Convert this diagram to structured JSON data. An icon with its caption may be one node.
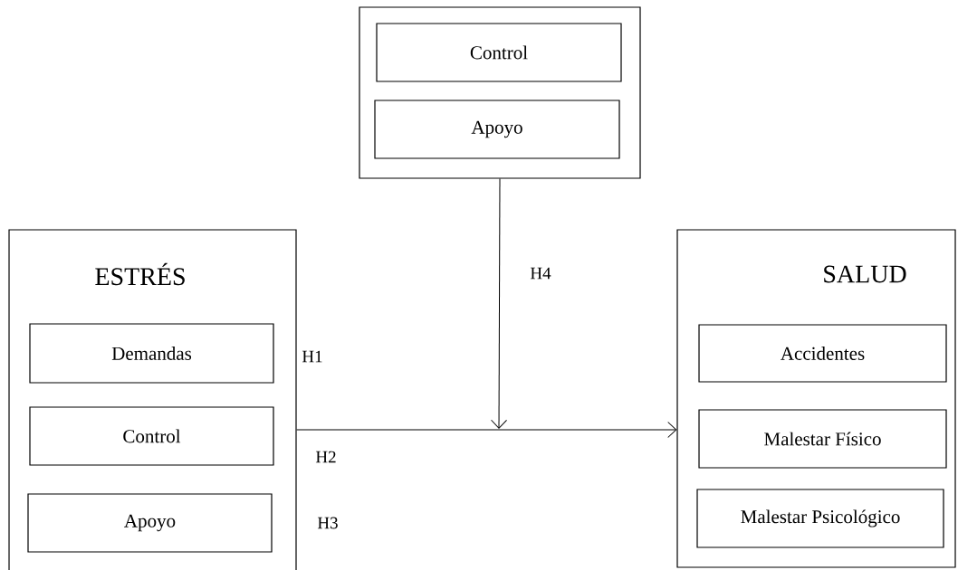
{
  "diagram": {
    "nodes": [
      {
        "text": [],
        "shape": "box"
      },
      {
        "text": [
          "Control"
        ],
        "in": 0
      },
      {
        "text": [
          "Apoyo"
        ],
        "in": 0
      },
      {
        "text": [
          "ESTRÉS"
        ]
      },
      {
        "text": [
          "Demandas"
        ],
        "in": 3
      },
      {
        "text": [
          "Control"
        ],
        "in": 3
      },
      {
        "text": [
          "Apoyo"
        ],
        "in": 3
      },
      {
        "text": [
          "SALUD"
        ]
      },
      {
        "text": [
          "Accidentes"
        ],
        "in": 7
      },
      {
        "text": [
          "Malestar Físico"
        ],
        "in": 7
      },
      {
        "text": [
          "Malestar Psicológico"
        ],
        "in": 7
      }
    ],
    "edges": [
      {
        "from": 3,
        "to": 7,
        "arrow": "to"
      },
      {
        "from": 0,
        "to": null,
        "arrow": "to"
      }
    ],
    "labels": [
      "H4",
      "H1",
      "H2",
      "H3"
    ]
  }
}
